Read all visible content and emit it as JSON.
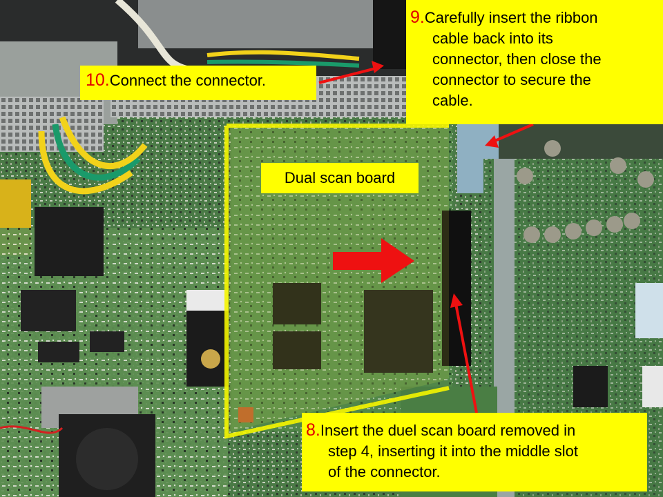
{
  "labels": {
    "board": "Dual scan board"
  },
  "steps": {
    "10": {
      "number": "10.",
      "text": "Connect the connector."
    },
    "9": {
      "number": "9.",
      "lines": [
        "Carefully insert the ribbon",
        "cable back into its",
        "connector, then close the",
        "connector to secure the",
        "cable."
      ]
    },
    "8": {
      "number": "8.",
      "lines": [
        "Insert the duel scan board removed in",
        "step 4, inserting it into the middle slot",
        "of the connector."
      ]
    }
  },
  "colors": {
    "callout_background": "#ffff00",
    "step_number": "#e00000",
    "arrow": "#ee1111"
  }
}
